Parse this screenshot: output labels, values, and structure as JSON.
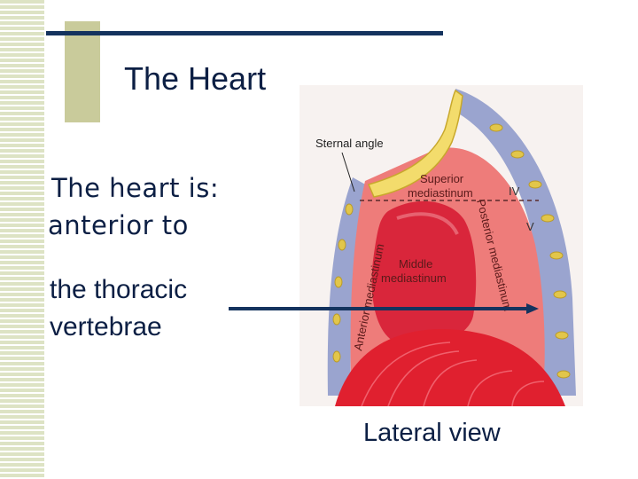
{
  "slide": {
    "title": "The Heart",
    "intro_line1": "The heart is:",
    "intro_line2": "anterior to",
    "body_line1": "the thoracic",
    "body_line2": "vertebrae",
    "caption": "Lateral view"
  },
  "figure": {
    "labels": {
      "sternal_angle": "Sternal angle",
      "superior_1": "Superior",
      "superior_2": "mediastinum",
      "middle_1": "Middle",
      "middle_2": "mediastinum",
      "anterior": "Anterior mediastinum",
      "posterior": "Posterior mediastinum",
      "rib_iv": "IV",
      "rib_v": "V"
    }
  },
  "colors": {
    "title_text": "#0c1f44",
    "rule": "#14335e",
    "accent_block": "#c9cb9b",
    "stripe": "#dde3c4"
  }
}
